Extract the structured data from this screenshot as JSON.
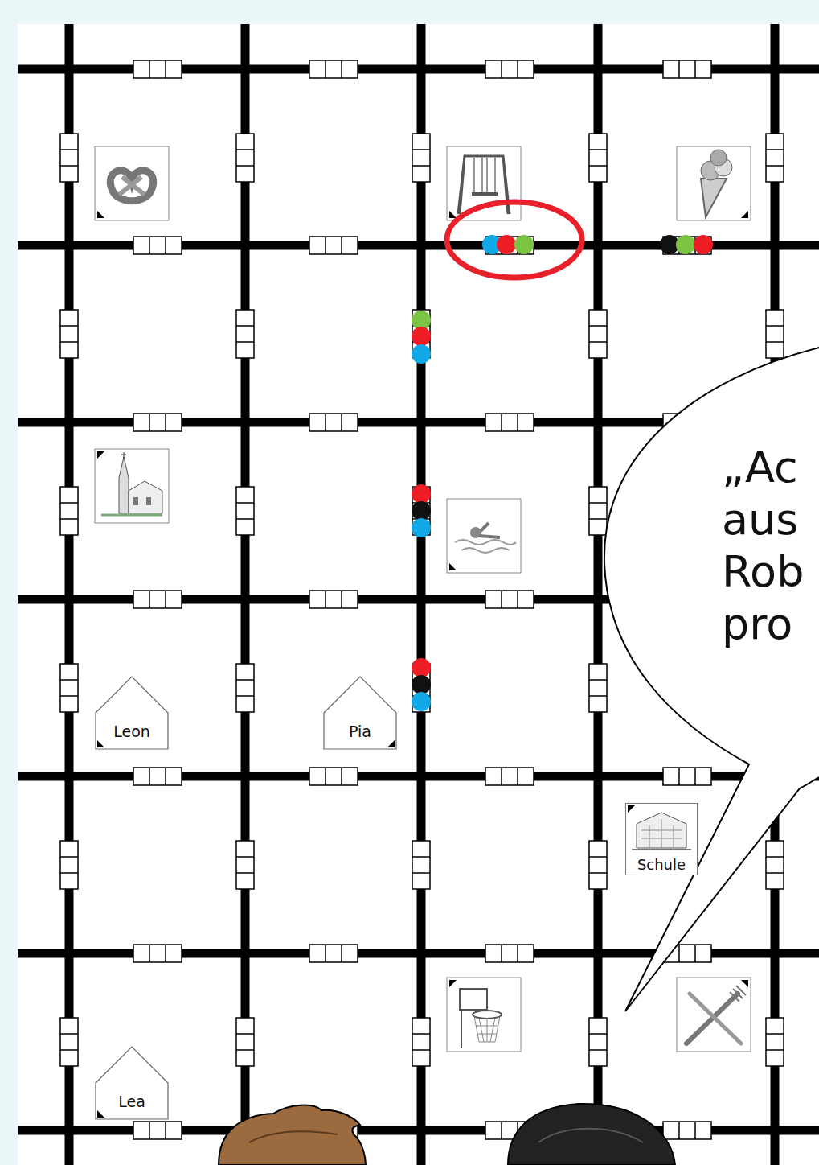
{
  "diagram": {
    "nodes": [
      {
        "text": [
          "„Ac aus Rob pro"
        ]
      },
      {
        "text": [
          "Leon"
        ]
      },
      {
        "text": [
          "Pia"
        ]
      },
      {
        "text": [
          "Schule"
        ]
      },
      {
        "text": [
          "Lea"
        ]
      }
    ]
  }
}
